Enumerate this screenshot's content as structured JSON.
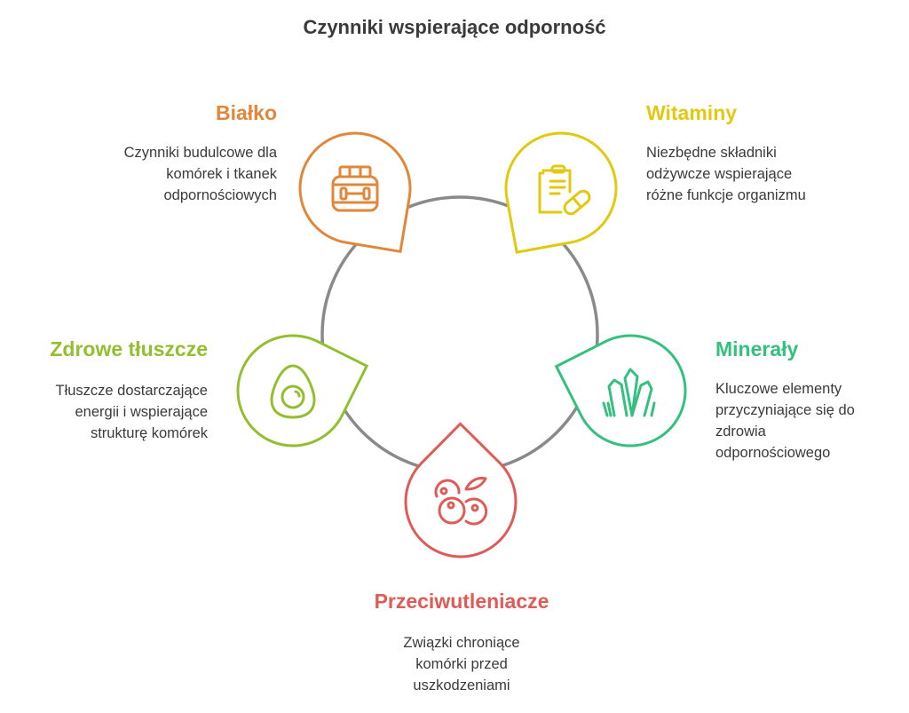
{
  "title": "Czynniki wspierające odporność",
  "colors": {
    "ring": "#8a8a8a",
    "bialko": "#e0873a",
    "witaminy": "#e2c90f",
    "tluszcze": "#93bf2f",
    "mineraly": "#34c07f",
    "przeciwutleniacze": "#e05a57"
  },
  "items": [
    {
      "id": "bialko",
      "label": "Białko",
      "icon": "protein-jar-icon",
      "desc": [
        "Czynniki budulcowe dla",
        "komórek i tkanek",
        "odpornościowych"
      ]
    },
    {
      "id": "witaminy",
      "label": "Witaminy",
      "icon": "clipboard-pill-icon",
      "desc": [
        "Niezbędne składniki",
        "odżywcze wspierające",
        "różne funkcje organizmu"
      ]
    },
    {
      "id": "tluszcze",
      "label": "Zdrowe tłuszcze",
      "icon": "avocado-icon",
      "desc": [
        "Tłuszcze dostarczające",
        "energii i wspierające",
        "strukturę komórek"
      ]
    },
    {
      "id": "mineraly",
      "label": "Minerały",
      "icon": "crystals-icon",
      "desc": [
        "Kluczowe elementy",
        "przyczyniające się do",
        "zdrowia",
        "odpornościowego"
      ]
    },
    {
      "id": "przeciwutleniacze",
      "label": "Przeciwutleniacze",
      "icon": "berries-icon",
      "desc": [
        "Związki chroniące",
        "komórki przed",
        "uszkodzeniami"
      ]
    }
  ]
}
